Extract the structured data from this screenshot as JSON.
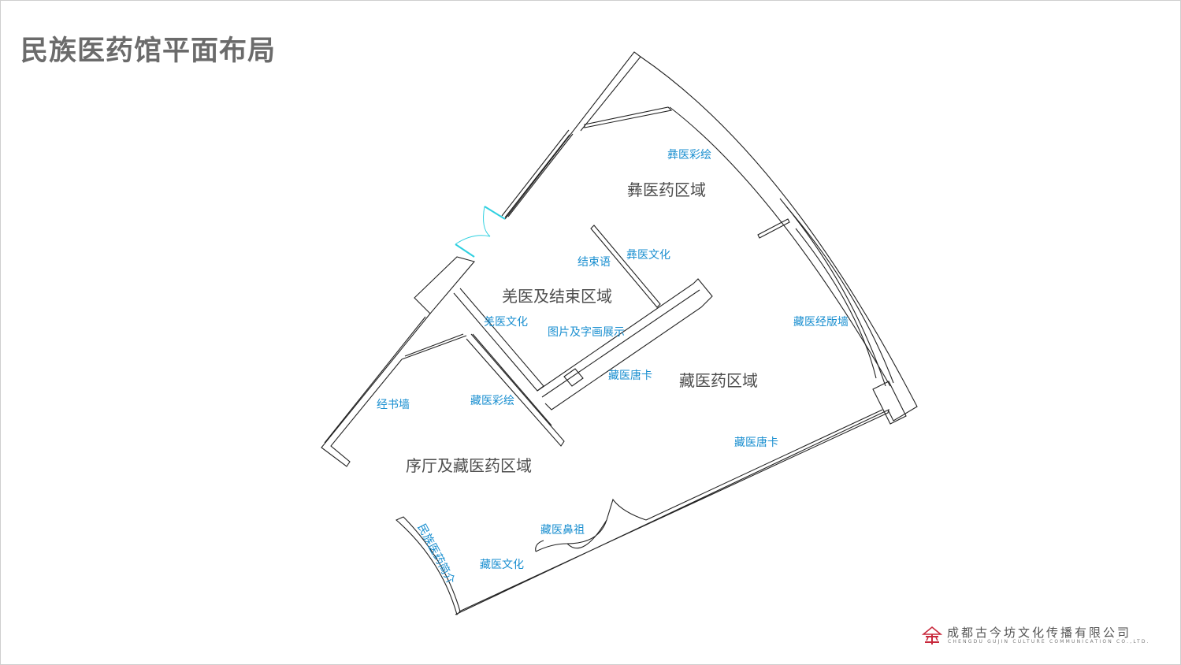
{
  "title": "民族医药馆平面布局",
  "zones": {
    "yi": "彝医药区域",
    "qiang": "羌医及结束区域",
    "zang": "藏医药区域",
    "lobby": "序厅及藏医药区域"
  },
  "exhibits": {
    "yi_painting": "彝医彩绘",
    "yi_culture": "彝医文化",
    "closing": "结束语",
    "qiang_culture": "羌医文化",
    "pictures_calligraphy": "图片及字画展示",
    "zang_tangka_1": "藏医唐卡",
    "zang_tangka_2": "藏医唐卡",
    "zang_sutra_wall": "藏医经版墙",
    "sutra_wall": "经书墙",
    "zang_painting": "藏医彩绘",
    "intro": "民族医药简介",
    "zang_founder": "藏医鼻祖",
    "zang_culture": "藏医文化"
  },
  "company": {
    "name": "成都古今坊文化传播有限公司",
    "name_en": "CHENGDU GUJIN CULTURE COMMUNICATION CO.,LTD."
  },
  "colors": {
    "title": "#6b6b6b",
    "zone_label": "#4d4d4d",
    "exhibit_label": "#1a8fd0",
    "door": "#2fd0e0",
    "logo_red": "#c8283c"
  }
}
